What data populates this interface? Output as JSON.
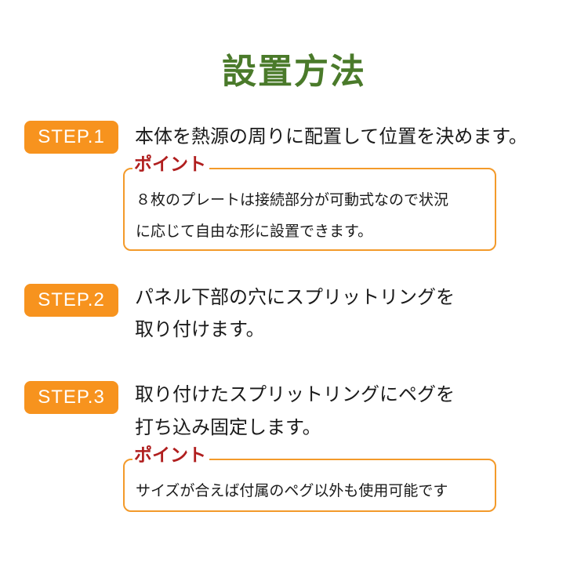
{
  "page": {
    "title": "設置方法",
    "title_color": "#4a7a2a",
    "accent_color": "#f7931e",
    "point_label_color": "#b01e1e"
  },
  "steps": [
    {
      "badge": "STEP.1",
      "lines": [
        "本体を熱源の周りに配置して位置を決めます。"
      ],
      "point": {
        "label": "ポイント",
        "lines": [
          "８枚のプレートは接続部分が可動式なので状況",
          "に応じて自由な形に設置できます。"
        ]
      }
    },
    {
      "badge": "STEP.2",
      "lines": [
        "パネル下部の穴にスプリットリングを",
        "取り付けます。"
      ]
    },
    {
      "badge": "STEP.3",
      "lines": [
        "取り付けたスプリットリングにペグを",
        "打ち込み固定します。"
      ],
      "point": {
        "label": "ポイント",
        "lines": [
          "サイズが合えば付属のペグ以外も使用可能です"
        ]
      }
    }
  ]
}
